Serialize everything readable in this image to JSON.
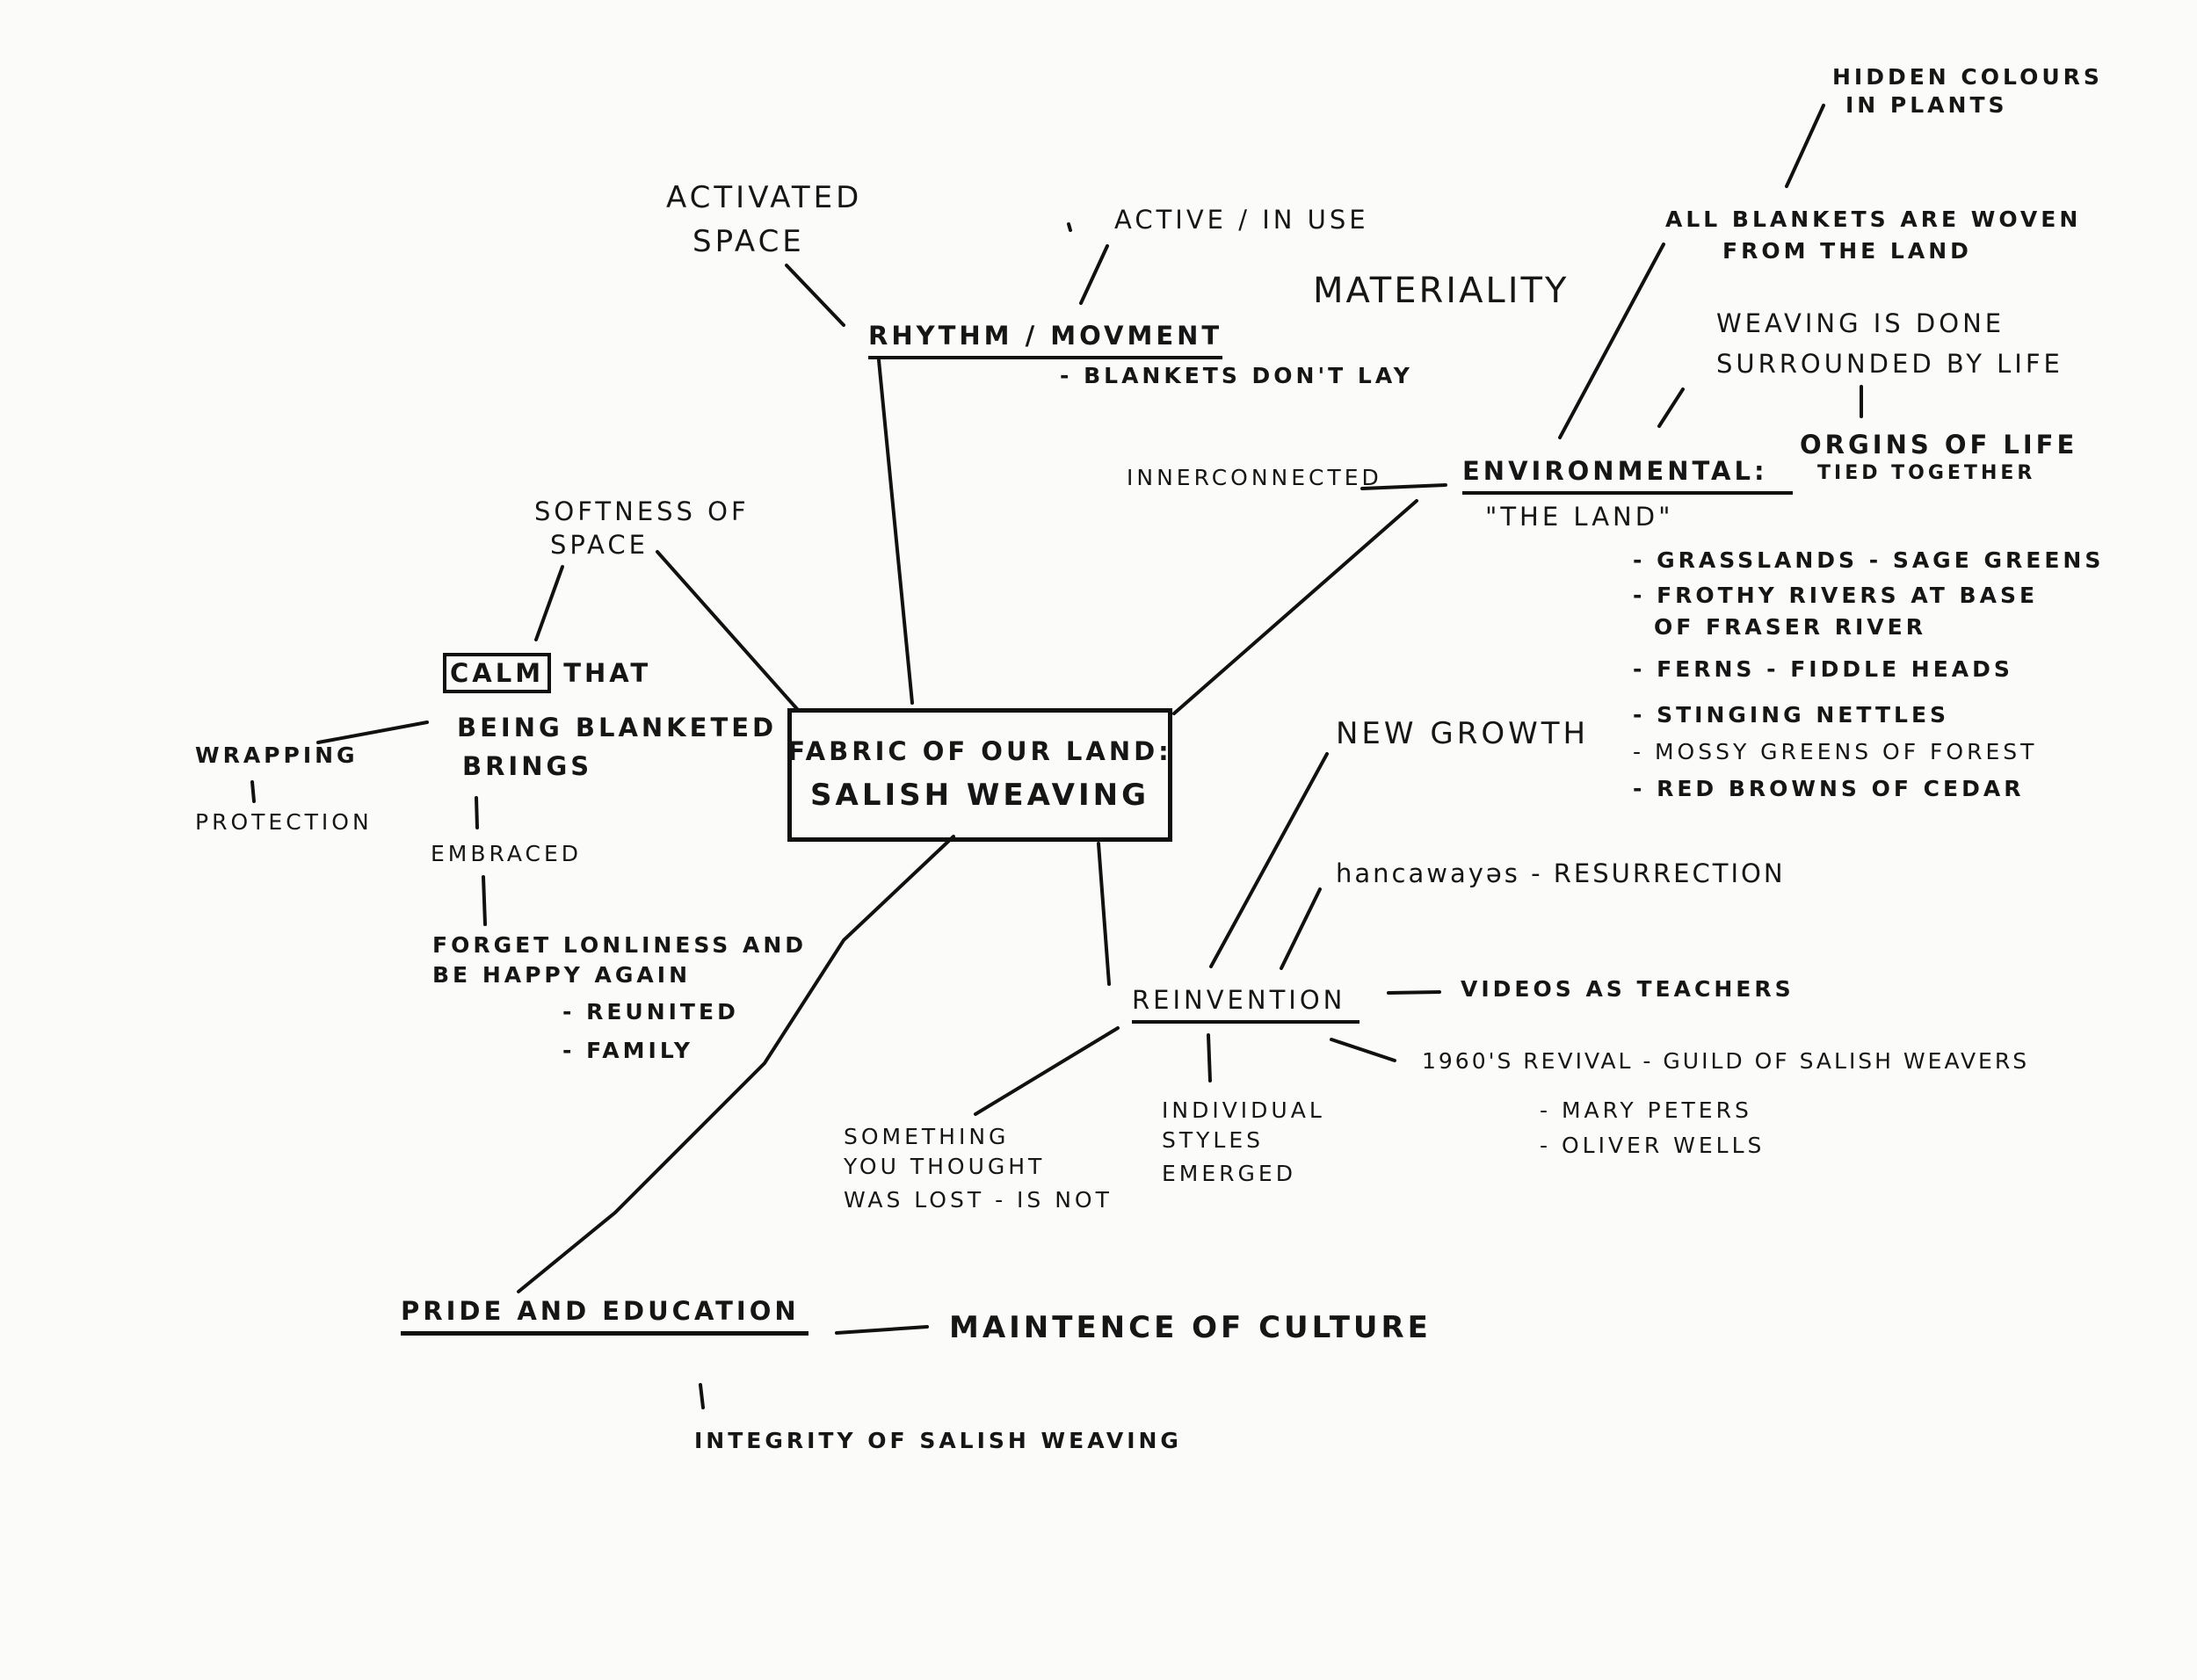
{
  "center": {
    "line1": "FABRIC OF OUR LAND:",
    "line2": "SALISH WEAVING"
  },
  "rhythm": {
    "title": "RHYTHM / MOVMENT",
    "activated": [
      "ACTIVATED",
      "SPACE"
    ],
    "active": "ACTIVE / IN USE",
    "blankets": "- BLANKETS DON'T LAY"
  },
  "materiality": "MATERIALITY",
  "environmental": {
    "title": "ENVIRONMENTAL:",
    "land": "\"THE LAND\"",
    "interconnected": "INNERCONNECTED",
    "hidden": [
      "HIDDEN COLOURS",
      "IN PLANTS"
    ],
    "all_blankets": [
      "ALL BLANKETS ARE WOVEN",
      "FROM THE LAND"
    ],
    "weaving_done": [
      "WEAVING IS DONE",
      "SURROUNDED BY LIFE"
    ],
    "origins": "ORGINS OF LIFE",
    "tied": "TIED TOGETHER",
    "list": [
      "- GRASSLANDS - SAGE GREENS",
      "- FROTHY RIVERS AT BASE",
      "OF FRASER RIVER",
      "- FERNS - FIDDLE HEADS",
      "- STINGING NETTLES",
      "- MOSSY GREENS OF FOREST",
      "- RED BROWNS OF CEDAR"
    ]
  },
  "softness": {
    "title": [
      "SOFTNESS OF",
      "SPACE"
    ],
    "calm": "CALM",
    "calm_rest": "THAT",
    "being": "BEING BLANKETED",
    "brings": "BRINGS",
    "wrapping": "WRAPPING",
    "protection": "PROTECTION",
    "embraced": "EMBRACED",
    "forget": [
      "FORGET LONLINESS AND",
      "BE HAPPY AGAIN"
    ],
    "reunited": "- REUNITED",
    "family": "- FAMILY"
  },
  "reinvention": {
    "title": "REINVENTION",
    "new_growth": "NEW GROWTH",
    "resurrection": "hancawayəs - RESURRECTION",
    "videos": "VIDEOS AS TEACHERS",
    "revival": "1960's REVIVAL - GUILD OF SALISH WEAVERS",
    "mary": "- MARY PETERS",
    "oliver": "- OLIVER WELLS",
    "individual": [
      "INDIVIDUAL",
      "STYLES",
      "EMERGED"
    ],
    "something": [
      "SOMETHING",
      "YOU THOUGHT",
      "WAS LOST - IS NOT"
    ]
  },
  "pride": {
    "title": "PRIDE AND EDUCATION",
    "maintence": "MAINTENCE OF CULTURE",
    "integrity": "INTEGRITY OF SALISH WEAVING"
  }
}
